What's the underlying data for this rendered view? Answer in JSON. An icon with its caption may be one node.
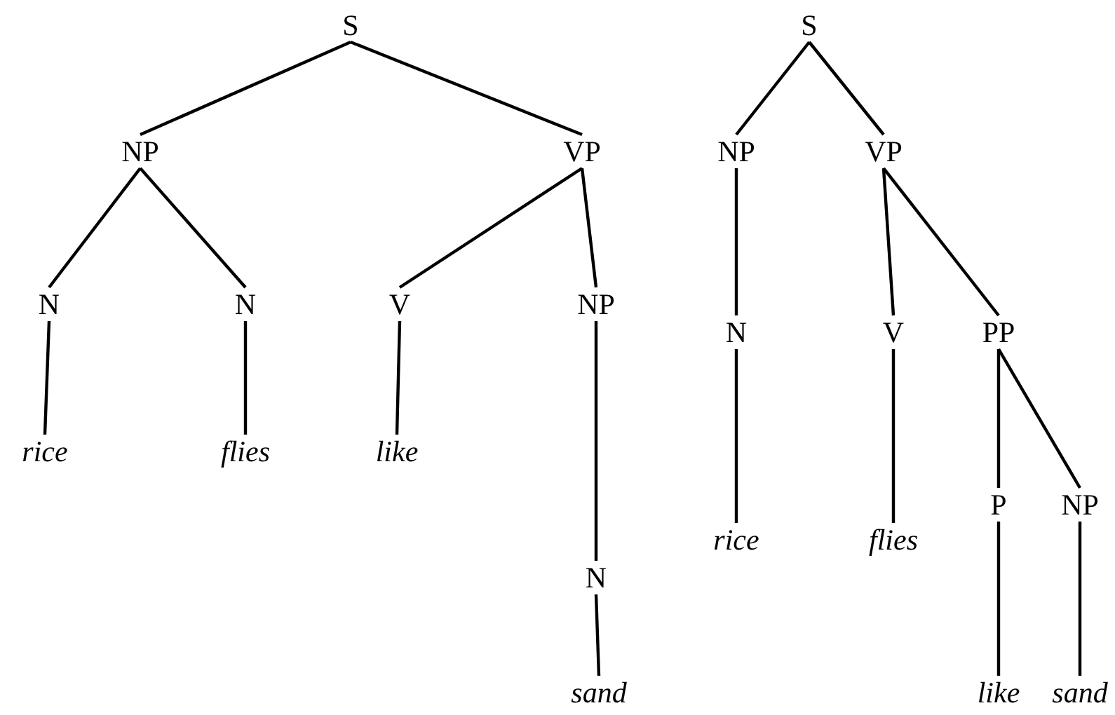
{
  "diagram": {
    "nodes": [
      {
        "text": [
          "S"
        ]
      },
      {
        "text": [
          "NP"
        ]
      },
      {
        "text": [
          "VP"
        ]
      },
      {
        "text": [
          "N"
        ]
      },
      {
        "text": [
          "N"
        ]
      },
      {
        "text": [
          "V"
        ]
      },
      {
        "text": [
          "NP"
        ]
      },
      {
        "text": [
          "*rice*"
        ]
      },
      {
        "text": [
          "*flies*"
        ]
      },
      {
        "text": [
          "*like*"
        ]
      },
      {
        "text": [
          "N"
        ]
      },
      {
        "text": [
          "*sand*"
        ]
      },
      {
        "text": [
          "S"
        ]
      },
      {
        "text": [
          "NP"
        ]
      },
      {
        "text": [
          "VP"
        ]
      },
      {
        "text": [
          "N"
        ]
      },
      {
        "text": [
          "V"
        ]
      },
      {
        "text": [
          "PP"
        ]
      },
      {
        "text": [
          "*rice*"
        ]
      },
      {
        "text": [
          "*flies*"
        ]
      },
      {
        "text": [
          "P"
        ]
      },
      {
        "text": [
          "NP"
        ]
      },
      {
        "text": [
          "*like*"
        ]
      },
      {
        "text": [
          "*sand*"
        ]
      }
    ],
    "edges": [
      {
        "from": 0,
        "to": 1,
        "arrow": "none"
      },
      {
        "from": 0,
        "to": 2,
        "arrow": "none"
      },
      {
        "from": 1,
        "to": 3,
        "arrow": "none"
      },
      {
        "from": 1,
        "to": 4,
        "arrow": "none"
      },
      {
        "from": 2,
        "to": 5,
        "arrow": "none"
      },
      {
        "from": 2,
        "to": 6,
        "arrow": "none"
      },
      {
        "from": 3,
        "to": 7,
        "arrow": "none"
      },
      {
        "from": 4,
        "to": 8,
        "arrow": "none"
      },
      {
        "from": 5,
        "to": 9,
        "arrow": "none"
      },
      {
        "from": 6,
        "to": 10,
        "arrow": "none"
      },
      {
        "from": 10,
        "to": 11,
        "arrow": "none"
      },
      {
        "from": 12,
        "to": 13,
        "arrow": "none"
      },
      {
        "from": 12,
        "to": 14,
        "arrow": "none"
      },
      {
        "from": 13,
        "to": 15,
        "arrow": "none"
      },
      {
        "from": 14,
        "to": 16,
        "arrow": "none"
      },
      {
        "from": 14,
        "to": 17,
        "arrow": "none"
      },
      {
        "from": 15,
        "to": 18,
        "arrow": "none"
      },
      {
        "from": 16,
        "to": 19,
        "arrow": "none"
      },
      {
        "from": 17,
        "to": 20,
        "arrow": "none"
      },
      {
        "from": 17,
        "to": 21,
        "arrow": "none"
      },
      {
        "from": 20,
        "to": 22,
        "arrow": "none"
      },
      {
        "from": 21,
        "to": 23,
        "arrow": "none"
      }
    ]
  }
}
